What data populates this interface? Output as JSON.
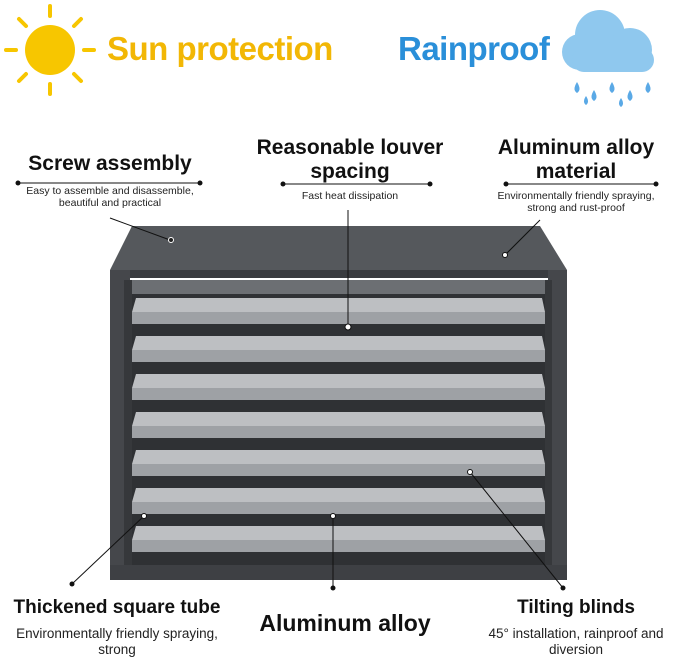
{
  "banners": {
    "sun": "Sun protection",
    "rain": "Rainproof"
  },
  "features": {
    "screw_assembly": {
      "title": "Screw assembly",
      "desc_line1": "Easy to assemble and disassemble,",
      "desc_line2": "beautiful and practical"
    },
    "louver_spacing": {
      "title_line1": "Reasonable louver",
      "title_line2": "spacing",
      "desc": "Fast heat dissipation"
    },
    "alloy_material": {
      "title_line1": "Aluminum alloy",
      "title_line2": "material",
      "desc_line1": "Environmentally friendly spraying,",
      "desc_line2": "strong and rust-proof"
    },
    "square_tube": {
      "title": "Thickened square tube",
      "desc_line1": "Environmentally friendly spraying,",
      "desc_line2": "strong"
    },
    "aluminum_alloy": {
      "title": "Aluminum alloy"
    },
    "tilting_blinds": {
      "title": "Tilting blinds",
      "desc_line1": "45° installation, rainproof and",
      "desc_line2": "diversion"
    }
  },
  "colors": {
    "sun": "#f7c600",
    "sun_text": "#f2b705",
    "rain_text": "#2a8fd9",
    "cloud": "#8fc8ee",
    "drop": "#5aa9e6",
    "frame": "#4a4c50",
    "slat": "#a7a9ac"
  },
  "icons": {
    "sun": "sun-icon",
    "rain": "rain-cloud-icon"
  }
}
